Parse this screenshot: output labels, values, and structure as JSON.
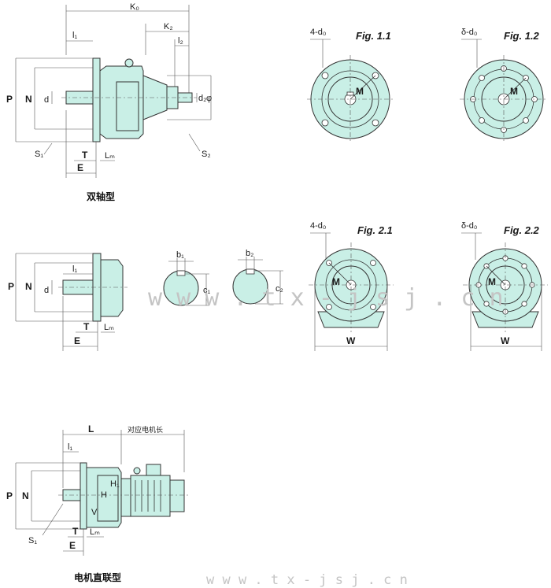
{
  "colors": {
    "body": "#c9efe6",
    "line": "#333333",
    "watermark": "#c4c4c4"
  },
  "captions": {
    "double_shaft": "双轴型",
    "motor_direct": "电机直联型"
  },
  "dims_top": {
    "K0": "K₀",
    "K2": "K₂",
    "l1": "l₁",
    "l2": "l₂",
    "P": "P",
    "N": "N",
    "d": "d",
    "d2": "d₂",
    "phi": "φ",
    "S1": "S₁",
    "T": "T",
    "E": "E",
    "Lm": "Lₘ",
    "S2": "S₂"
  },
  "dims_mid": {
    "P": "P",
    "N": "N",
    "d": "d",
    "l1": "l₁",
    "T": "T",
    "Lm": "Lₘ",
    "E": "E",
    "b1": "b₁",
    "b2": "b₂",
    "c1": "c₁",
    "c2": "c₂"
  },
  "dims_bottom": {
    "L": "L",
    "motor_len": "对应电机长",
    "l1": "l₁",
    "P": "P",
    "N": "N",
    "H1": "H₁",
    "H": "H",
    "V": "V",
    "S1": "S₁",
    "T": "T",
    "E": "E",
    "Lm": "Lₘ"
  },
  "figures": {
    "fig11": {
      "label": "Fig. 1.1",
      "holes": "4-d₀",
      "m": "M"
    },
    "fig12": {
      "label": "Fig. 1.2",
      "holes": "δ-d₀",
      "m": "M"
    },
    "fig21": {
      "label": "Fig. 2.1",
      "holes": "4-d₀",
      "m": "M",
      "w": "W"
    },
    "fig22": {
      "label": "Fig. 2.2",
      "holes": "δ-d₀",
      "m": "M",
      "w": "W"
    }
  },
  "watermark": {
    "center": "w w w . t x - j s j . c n",
    "footer": "w w w . t x - j s j . c n"
  }
}
